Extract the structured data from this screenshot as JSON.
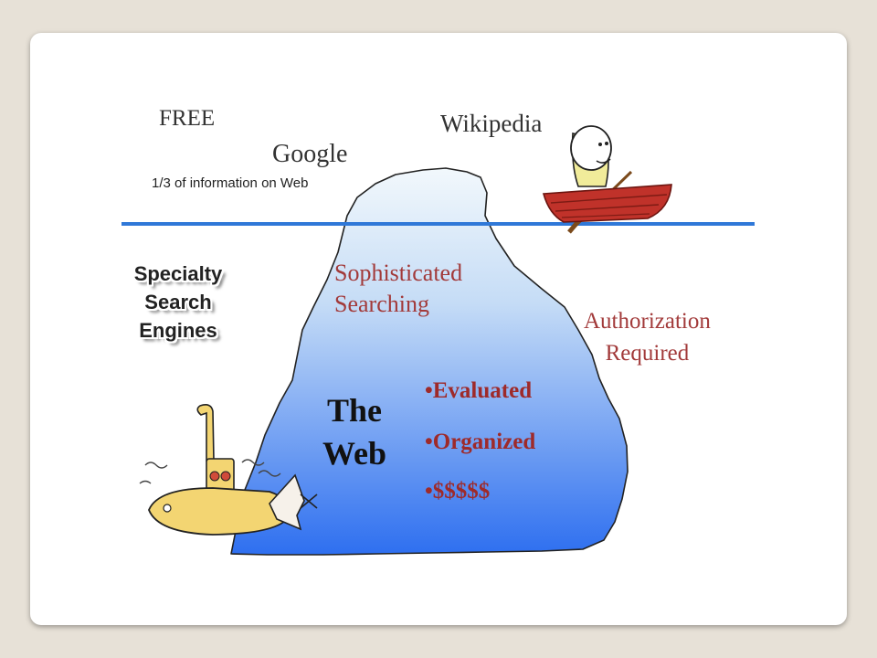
{
  "surface": {
    "free": "FREE",
    "google": "Google",
    "fraction": "1/3 of information on Web",
    "wikipedia": "Wikipedia"
  },
  "below": {
    "sophisticated": "Sophisticated",
    "searching": "Searching",
    "auth_line1": "Authorization",
    "auth_line2": "Required",
    "the": "The",
    "web": "Web",
    "bullets": [
      "•Evaluated",
      "•Organized",
      "•$$$$$"
    ]
  },
  "specialty": {
    "line1": "Specialty",
    "line2": "Search",
    "line3": "Engines"
  },
  "colors": {
    "waterline": "#2f78d8",
    "iceberg_top": "#eef6fb",
    "iceberg_bottom": "#2e6ff0",
    "accent_red": "#a23a3a",
    "boat": "#c0322a",
    "submarine": "#f3d572"
  },
  "icons": [
    "boat-rower-icon",
    "submarine-icon",
    "iceberg-shape"
  ]
}
